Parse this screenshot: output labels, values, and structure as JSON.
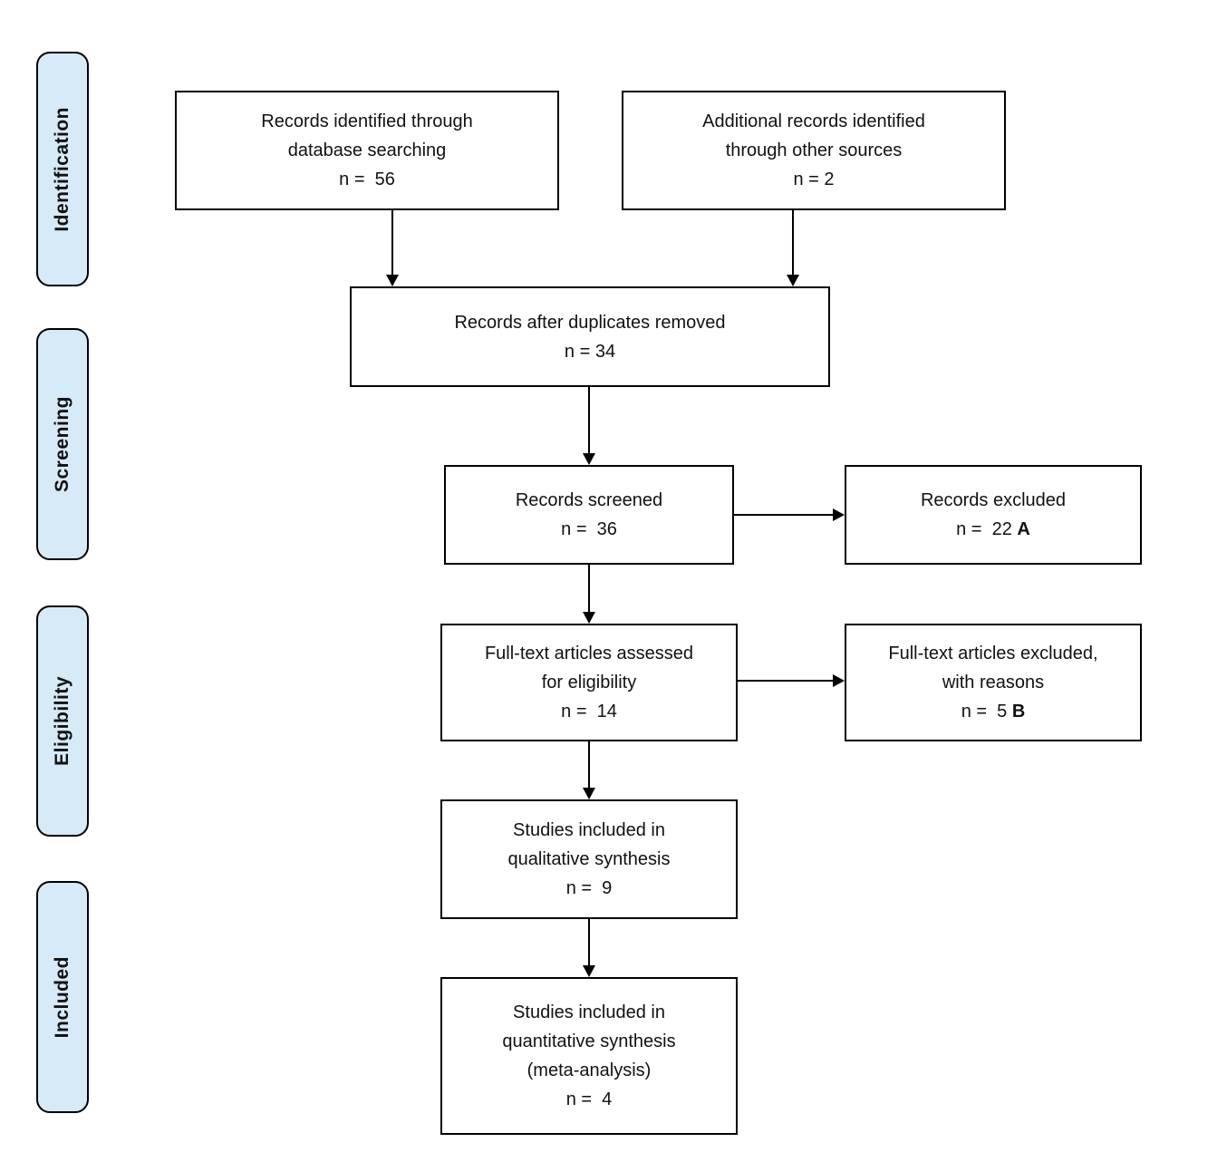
{
  "colors": {
    "stage_fill": "#d7eaf8",
    "line_color": "#000000",
    "text_color": "#111111"
  },
  "sidebar": {
    "items": [
      {
        "label": "Identification"
      },
      {
        "label": "Screening"
      },
      {
        "label": "Eligibility"
      },
      {
        "label": "Included"
      }
    ]
  },
  "flow": {
    "records_identified": {
      "line1": "Records identified through",
      "line2": "database searching",
      "count": "n =  56"
    },
    "additional_records": {
      "line1": "Additional records identified",
      "line2": "through other sources",
      "count": "n = 2"
    },
    "duplicates_removed": {
      "line1": "Records after duplicates removed",
      "count": "n = 34"
    },
    "records_screened": {
      "line1": "Records screened",
      "count": "n =  36"
    },
    "records_excluded": {
      "line1": "Records excluded",
      "count": "n =  22 ",
      "count_suffix": "A"
    },
    "fulltext_assessed": {
      "line1": "Full-text articles assessed",
      "line2": "for eligibility",
      "count": "n =  14"
    },
    "fulltext_excluded": {
      "line1": "Full-text articles excluded,",
      "line2": "with reasons",
      "count": "n =  5 ",
      "count_suffix": "B"
    },
    "qualitative_synthesis": {
      "line1": "Studies included in",
      "line2": "qualitative synthesis",
      "count": "n =  9"
    },
    "quantitative_synthesis": {
      "line1": "Studies included in",
      "line2": "quantitative synthesis",
      "line3": "(meta-analysis)",
      "count": "n =  4"
    }
  }
}
